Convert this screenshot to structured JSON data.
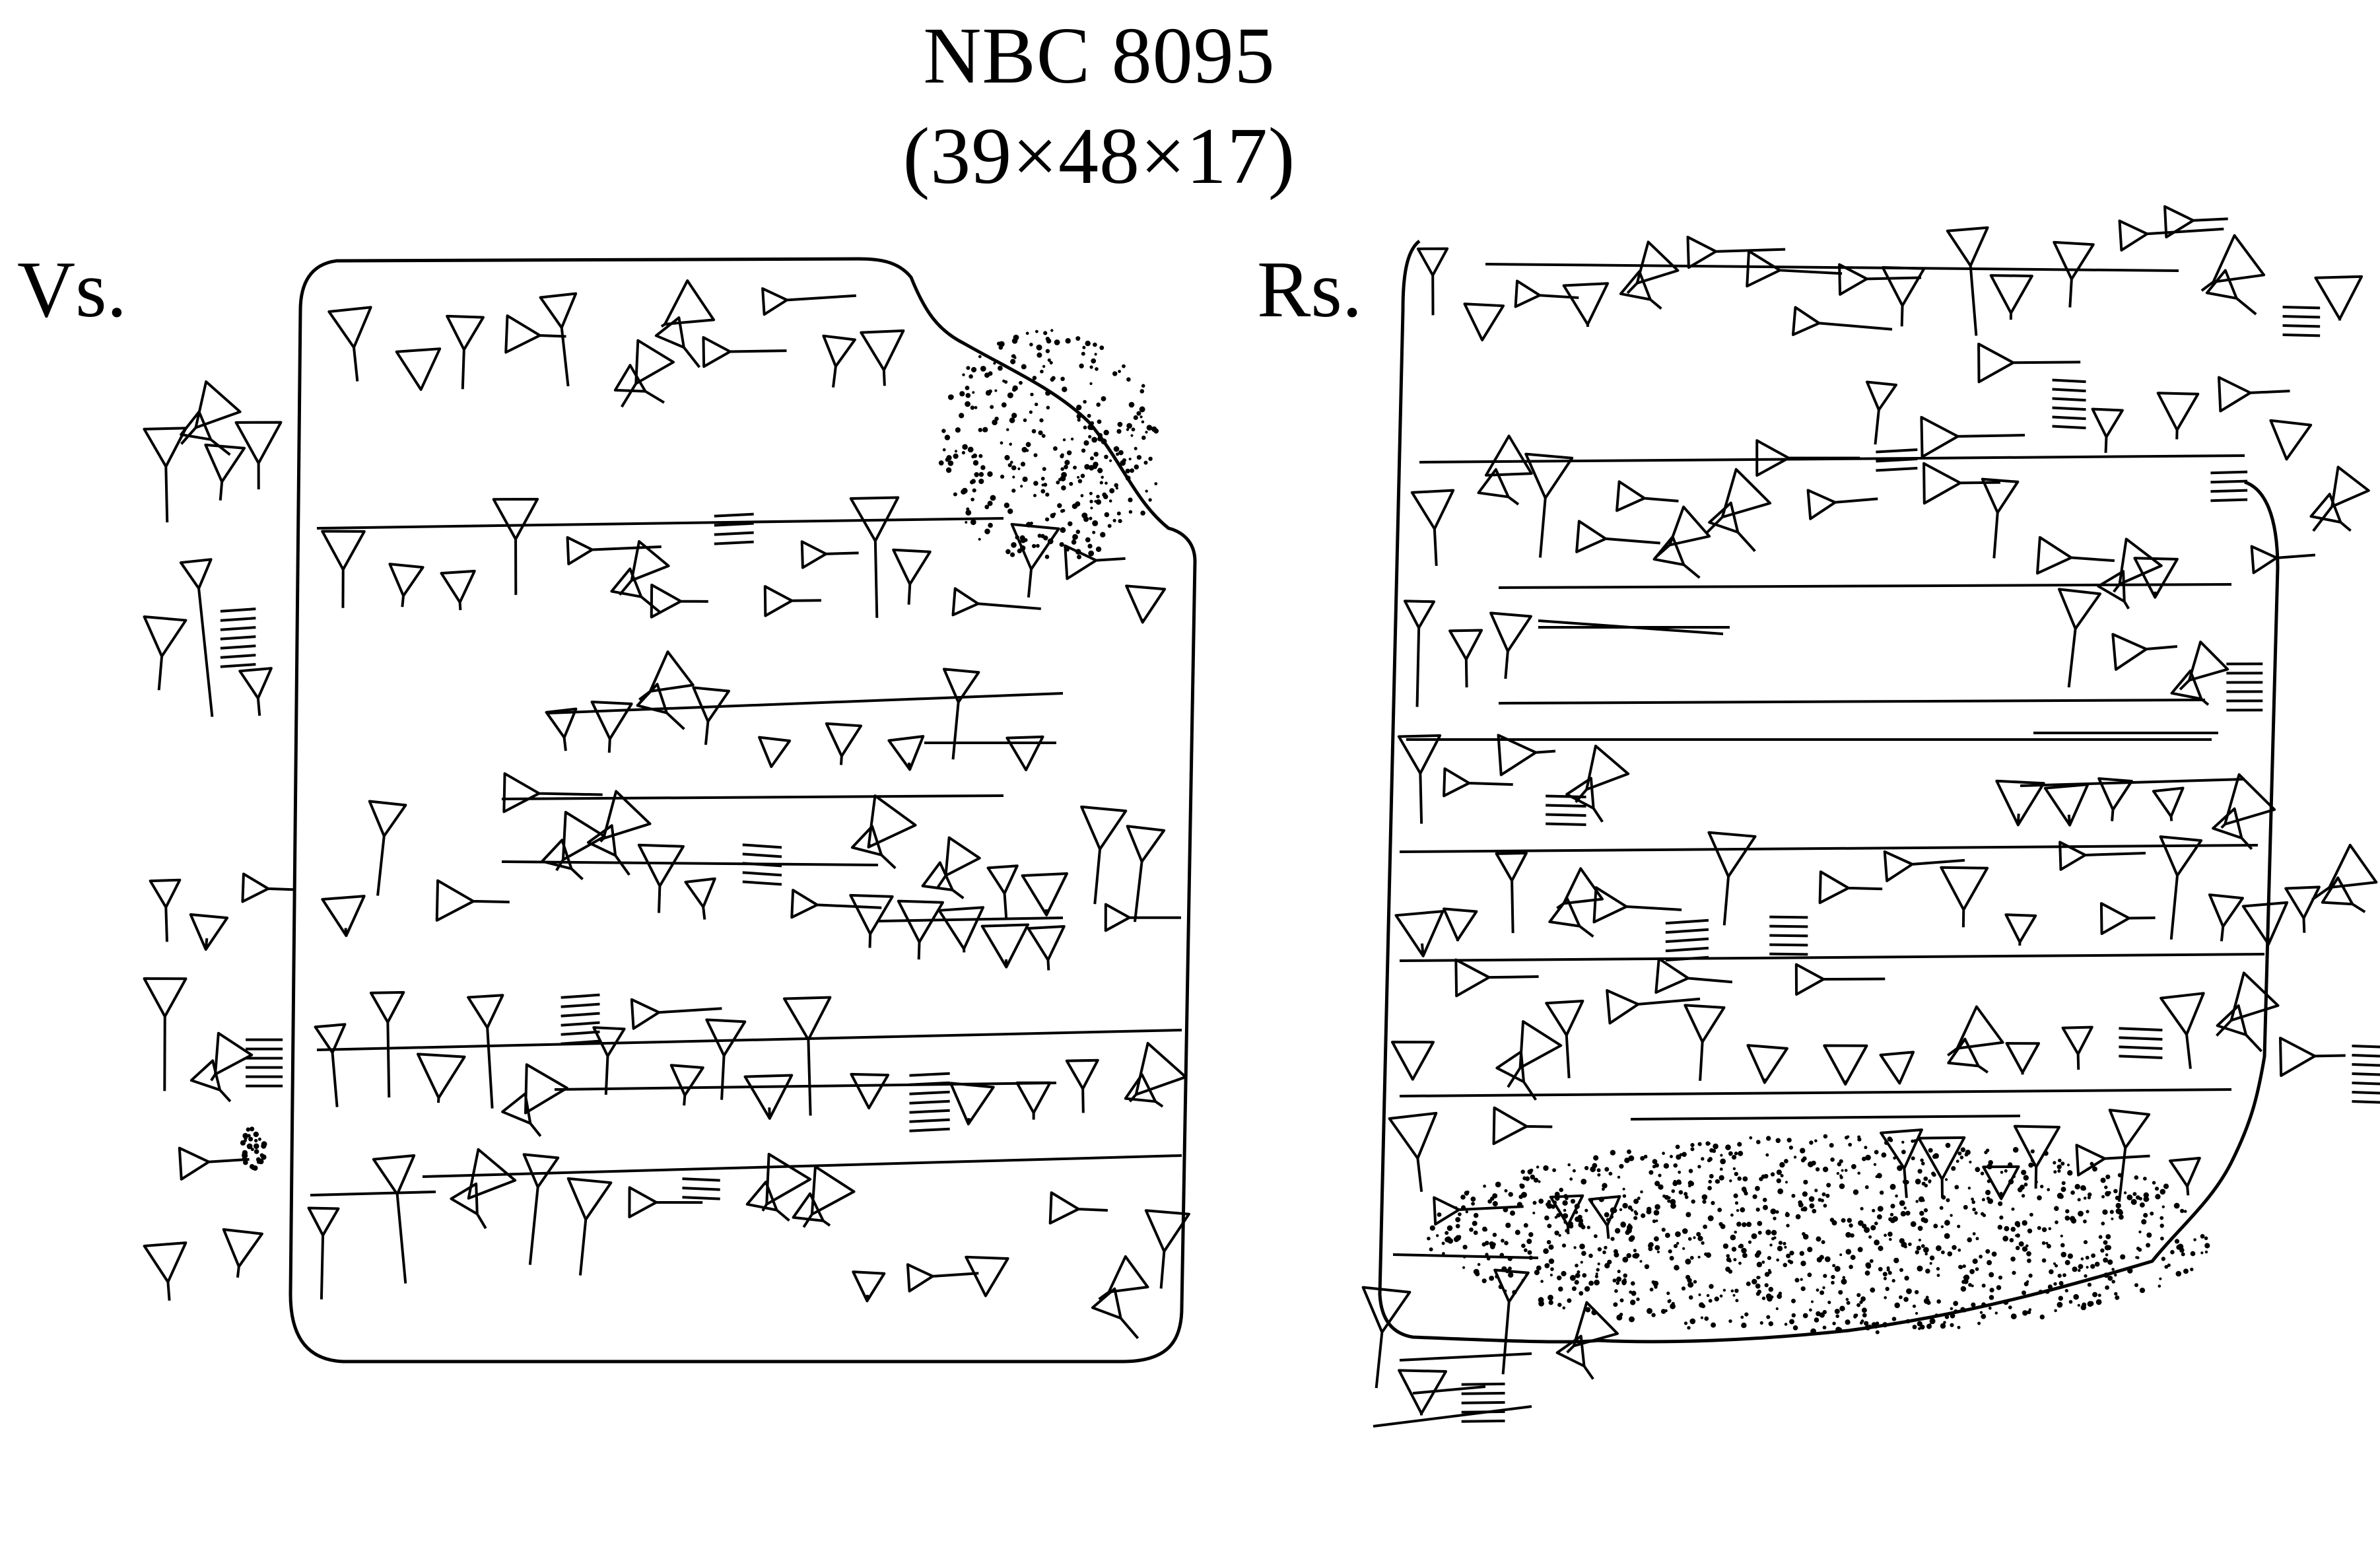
{
  "header": {
    "tablet_id": "NBC 8095",
    "dimensions": "(39×48×17)"
  },
  "sides": {
    "obverse_label": "Vs.",
    "reverse_label": "Rs."
  },
  "colors": {
    "ink": "#000000",
    "background": "#ffffff"
  }
}
